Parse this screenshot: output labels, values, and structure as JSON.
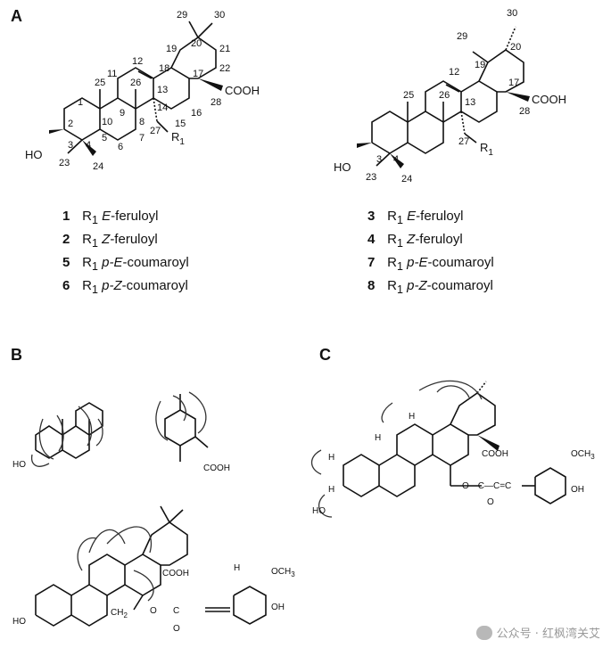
{
  "panels": {
    "a": "A",
    "b": "B",
    "c": "C"
  },
  "structure_a": {
    "oh": "HO",
    "cooh": "COOH",
    "r1": "R",
    "r1_sub": "1",
    "numbers": [
      "1",
      "2",
      "3",
      "4",
      "5",
      "6",
      "7",
      "8",
      "9",
      "10",
      "11",
      "12",
      "13",
      "14",
      "15",
      "16",
      "17",
      "18",
      "19",
      "20",
      "21",
      "22",
      "23",
      "24",
      "25",
      "26",
      "27",
      "28",
      "29",
      "30"
    ]
  },
  "structure_b": {
    "oh": "HO",
    "cooh": "COOH",
    "r1": "R",
    "r1_sub": "1",
    "numbers": [
      "3",
      "4",
      "12",
      "13",
      "17",
      "19",
      "20",
      "23",
      "24",
      "25",
      "26",
      "27",
      "28",
      "29",
      "30"
    ]
  },
  "legend_left": [
    {
      "num": "1",
      "r": "R",
      "sub": "1",
      "prefix": "",
      "iso": "E",
      "name": "-feruloyl"
    },
    {
      "num": "2",
      "r": "R",
      "sub": "1",
      "prefix": "",
      "iso": "Z",
      "name": "-feruloyl"
    },
    {
      "num": "5",
      "r": "R",
      "sub": "1",
      "prefix": "p-",
      "iso": "E",
      "name": "-coumaroyl"
    },
    {
      "num": "6",
      "r": "R",
      "sub": "1",
      "prefix": "p-",
      "iso": "Z",
      "name": "-coumaroyl"
    }
  ],
  "legend_right": [
    {
      "num": "3",
      "r": "R",
      "sub": "1",
      "prefix": "",
      "iso": "E",
      "name": "-feruloyl"
    },
    {
      "num": "4",
      "r": "R",
      "sub": "1",
      "prefix": "",
      "iso": "Z",
      "name": "-feruloyl"
    },
    {
      "num": "7",
      "r": "R",
      "sub": "1",
      "prefix": "p-",
      "iso": "E",
      "name": "-coumaroyl"
    },
    {
      "num": "8",
      "r": "R",
      "sub": "1",
      "prefix": "p-",
      "iso": "Z",
      "name": "-coumaroyl"
    }
  ],
  "panel_b": {
    "oh_top": "HO",
    "cooh_top": "COOH",
    "oh_bottom": "HO",
    "cooh_bottom": "COOH",
    "ch2": "CH",
    "ch2_sub": "2",
    "o1": "O",
    "c1": "C",
    "o_carbonyl": "O",
    "h": "H",
    "och3": "OCH",
    "och3_sub": "3",
    "oh_ring": "OH"
  },
  "panel_c": {
    "h": "H",
    "cooh": "COOH",
    "och3": "OCH",
    "och3_sub": "3",
    "oh_ring": "OH",
    "ho": "HO",
    "linker": "O—C—C=C",
    "o_carbonyl": "O"
  },
  "watermark": "公众号 · 红枫湾关艾"
}
